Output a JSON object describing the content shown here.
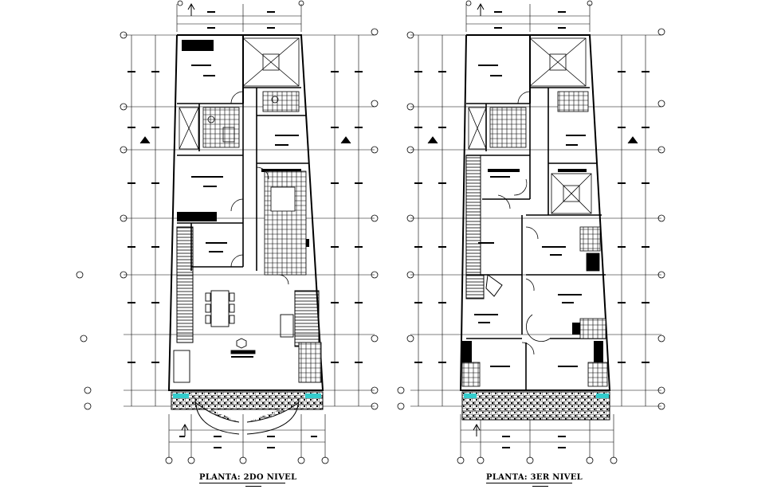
{
  "drawing": {
    "plans": [
      {
        "id": "plan-left",
        "title": "PLANTA: 2DO NIVEL"
      },
      {
        "id": "plan-right",
        "title": "PLANTA: 3ER NIVEL"
      }
    ],
    "colors": {
      "line": "#000000",
      "background": "#ffffff",
      "accent": "#33cccc"
    }
  }
}
